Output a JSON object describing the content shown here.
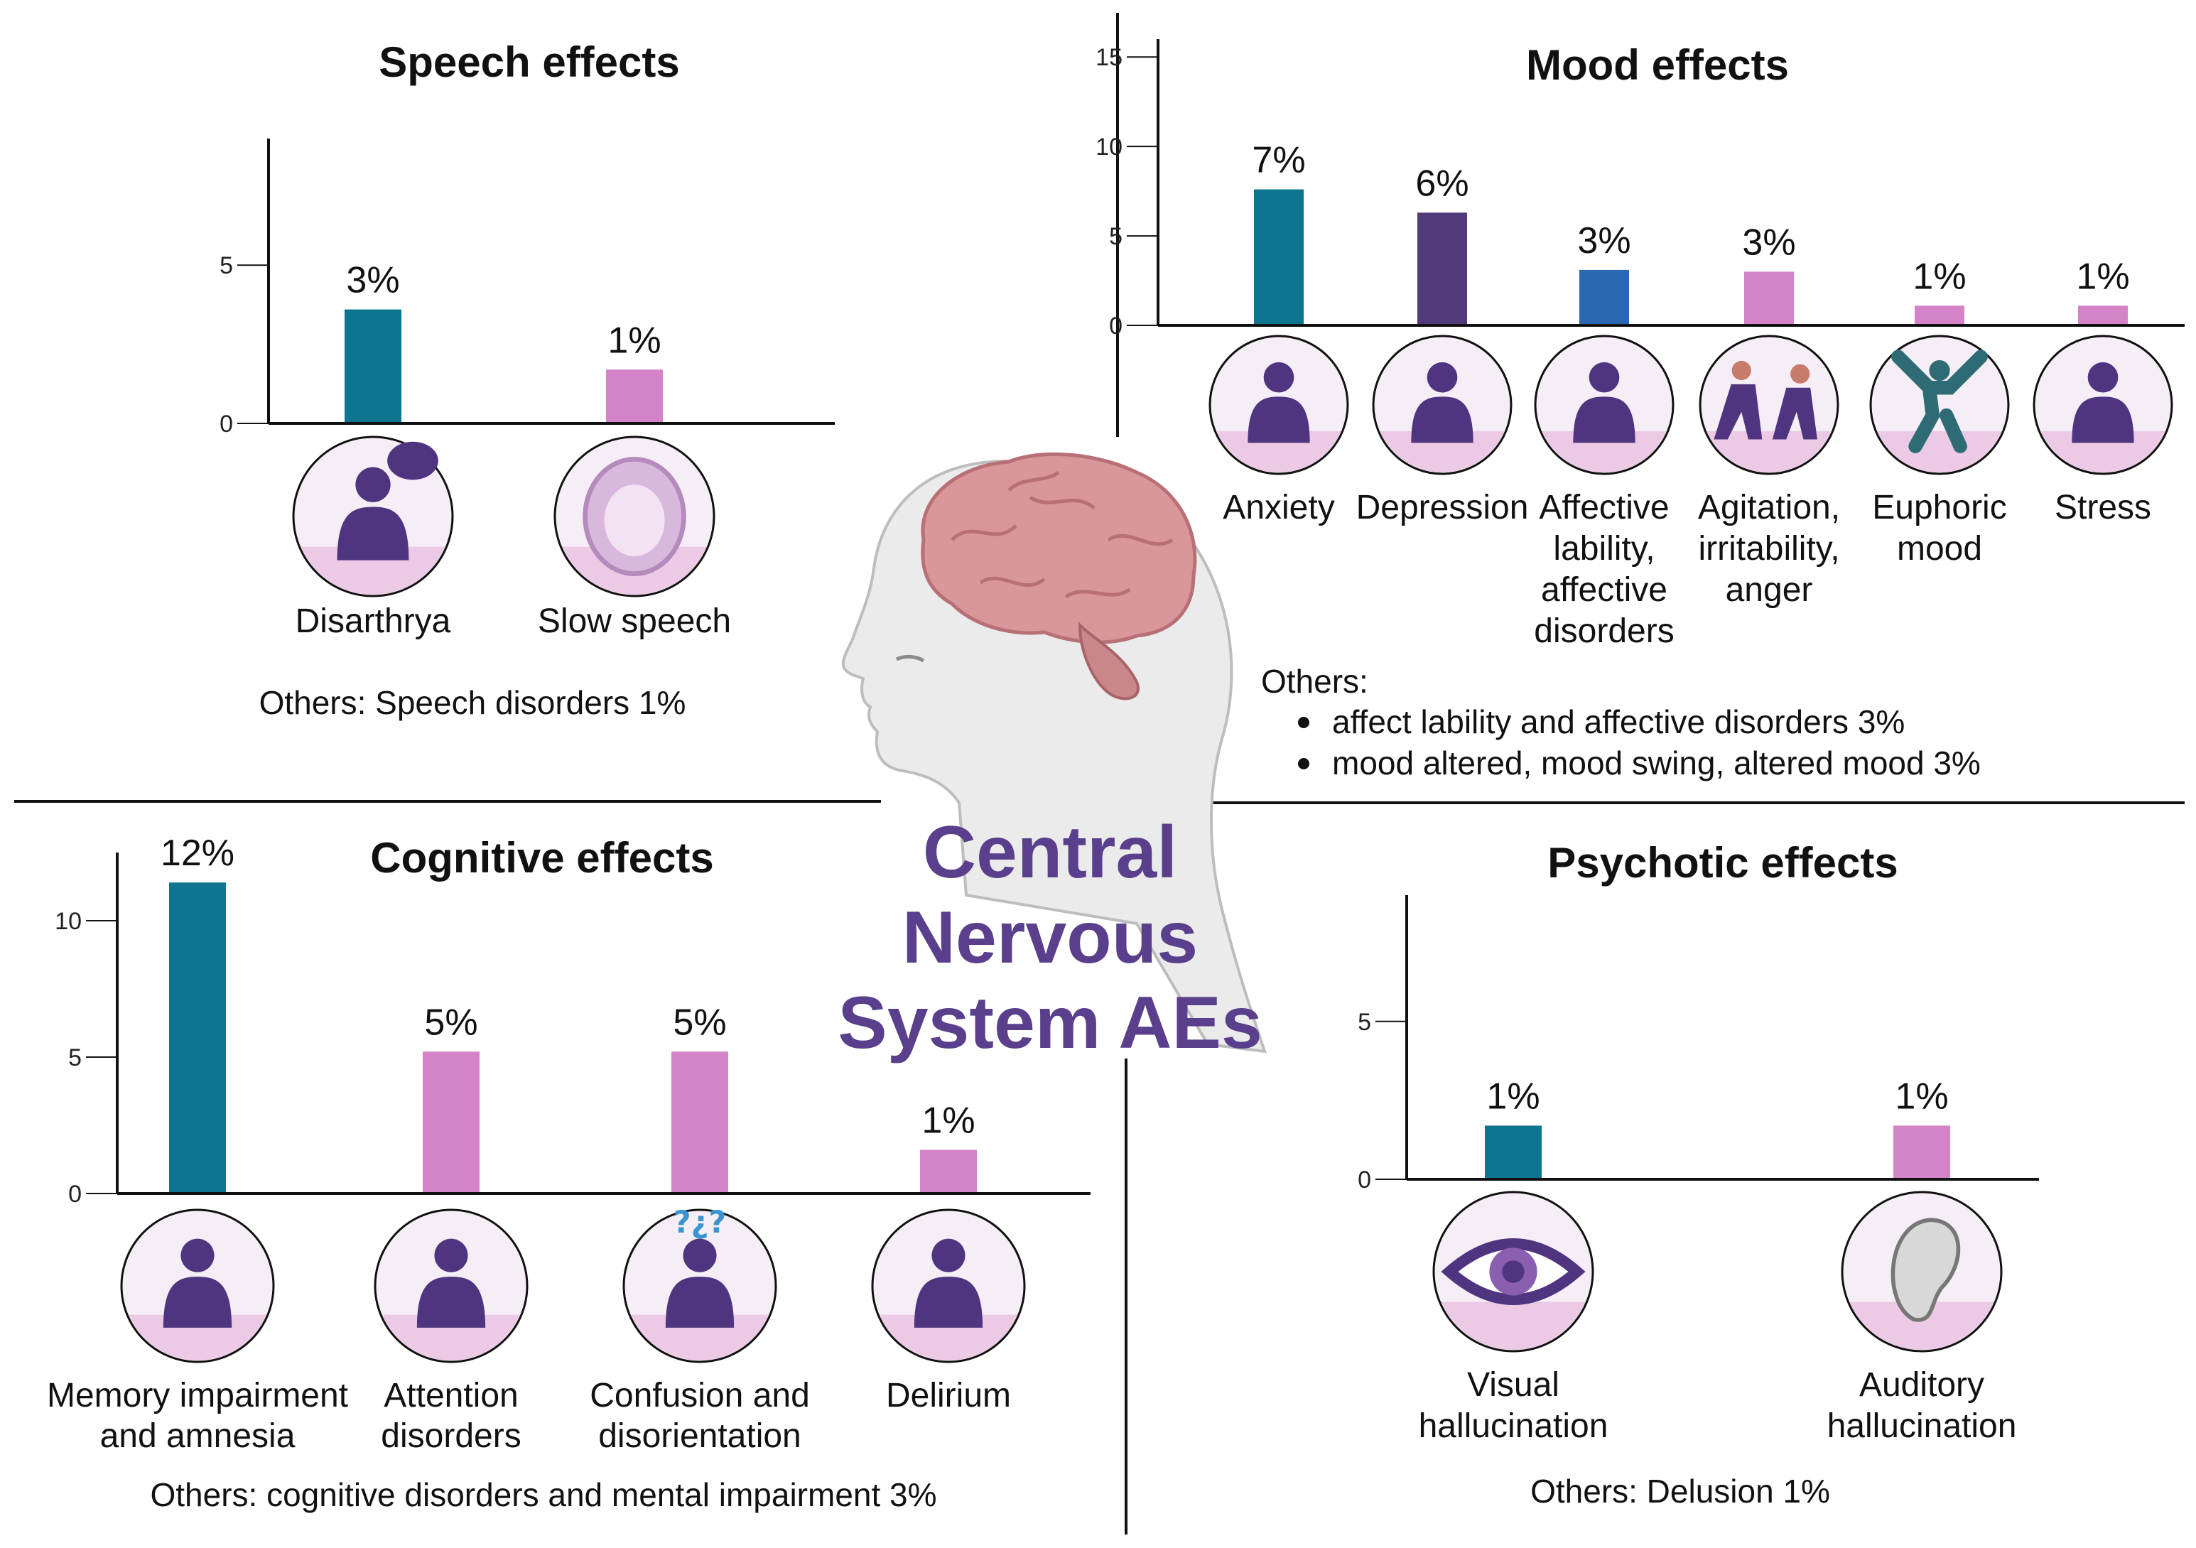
{
  "center_title": [
    "Central",
    "Nervous",
    "System AEs"
  ],
  "colors": {
    "teal": "#0e7591",
    "purple": "#52397a",
    "blue": "#2a68b3",
    "pink": "#d483c6",
    "icon_bg": "#f6eef6",
    "icon_floor": "#ecc9e4",
    "icon_fg": "#4f3580"
  },
  "chart_data": [
    {
      "type": "bar",
      "id": "speech",
      "title": "Speech effects",
      "categories": [
        "Disarthrya",
        "Slow speech"
      ],
      "values": [
        3.6,
        1.7
      ],
      "value_labels": [
        "3%",
        "1%"
      ],
      "colors": [
        "teal",
        "pink"
      ],
      "ylim": [
        0,
        9
      ],
      "yticks": [
        0,
        5
      ],
      "icons": [
        "speaking-person-icon",
        "open-mouth-icon"
      ],
      "others": [
        "Others: Speech disorders 1%"
      ]
    },
    {
      "type": "bar",
      "id": "mood",
      "title": "Mood effects",
      "categories": [
        "Anxiety",
        "Depression",
        "Affective lability, affective disorders",
        "Agitation, irritability, anger",
        "Euphoric mood",
        "Stress"
      ],
      "category_lines": [
        [
          "Anxiety"
        ],
        [
          "Depression"
        ],
        [
          "Affective",
          "lability,",
          "affective",
          "disorders"
        ],
        [
          "Agitation,",
          "irritability,",
          "anger"
        ],
        [
          "Euphoric",
          "mood"
        ],
        [
          "Stress"
        ]
      ],
      "values": [
        7.6,
        6.3,
        3.1,
        3.0,
        1.1,
        1.1
      ],
      "value_labels": [
        "7%",
        "6%",
        "3%",
        "3%",
        "1%",
        "1%"
      ],
      "colors": [
        "teal",
        "purple",
        "blue",
        "pink",
        "pink",
        "pink"
      ],
      "ylim": [
        0,
        16
      ],
      "yticks": [
        0,
        5,
        10,
        15
      ],
      "icons": [
        "anxious-person-icon",
        "sad-sitting-person-icon",
        "standing-person-icon",
        "fighting-people-icon",
        "jumping-person-icon",
        "stressed-person-icon"
      ],
      "others_header": "Others:",
      "others": [
        "affect lability and affective disorders 3%",
        "mood altered, mood swing, altered mood 3%"
      ]
    },
    {
      "type": "bar",
      "id": "cognitive",
      "title": "Cognitive effects",
      "categories": [
        "Memory impairment and amnesia",
        "Attention disorders",
        "Confusion and disorientation",
        "Delirium"
      ],
      "category_lines": [
        [
          "Memory impairment",
          "and amnesia"
        ],
        [
          "Attention",
          "disorders"
        ],
        [
          "Confusion and",
          "disorientation"
        ],
        [
          "Delirium"
        ]
      ],
      "values": [
        11.4,
        5.2,
        5.2,
        1.6
      ],
      "value_labels": [
        "12%",
        "5%",
        "5%",
        "1%"
      ],
      "colors": [
        "teal",
        "pink",
        "pink",
        "pink"
      ],
      "ylim": [
        0,
        12.5
      ],
      "yticks": [
        0,
        5,
        10
      ],
      "icons": [
        "elderly-walker-icon",
        "reading-person-icon",
        "confused-person-icon",
        "crouching-person-icon"
      ],
      "others": [
        "Others: cognitive disorders and mental impairment 3%"
      ]
    },
    {
      "type": "bar",
      "id": "psychotic",
      "title": "Psychotic effects",
      "categories": [
        "Visual hallucination",
        "Auditory hallucination"
      ],
      "category_lines": [
        [
          "Visual",
          "hallucination"
        ],
        [
          "Auditory",
          "hallucination"
        ]
      ],
      "values": [
        1.7,
        1.7
      ],
      "value_labels": [
        "1%",
        "1%"
      ],
      "colors": [
        "teal",
        "pink"
      ],
      "ylim": [
        0,
        9
      ],
      "yticks": [
        0,
        5
      ],
      "icons": [
        "eye-icon",
        "ear-icon"
      ],
      "others": [
        "Others: Delusion 1%"
      ]
    }
  ]
}
